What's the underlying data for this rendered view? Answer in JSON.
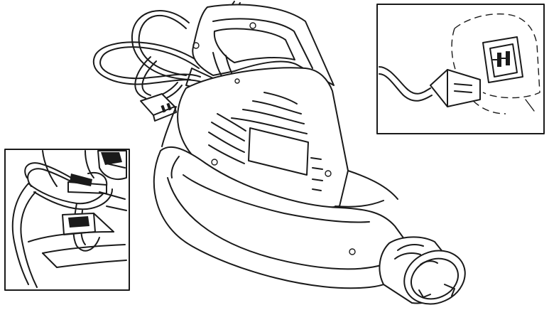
{
  "figure": {
    "description_visible_text": "",
    "colors": {
      "ink": "#1a1a1a",
      "paper": "#ffffff"
    },
    "panels": [
      {
        "id": "main",
        "icon": "blower-vacuum-illustration"
      },
      {
        "id": "inset-top-right",
        "icon": "plug-into-cord-detail"
      },
      {
        "id": "inset-bottom-left",
        "icon": "cord-retainer-hook-detail"
      }
    ]
  }
}
